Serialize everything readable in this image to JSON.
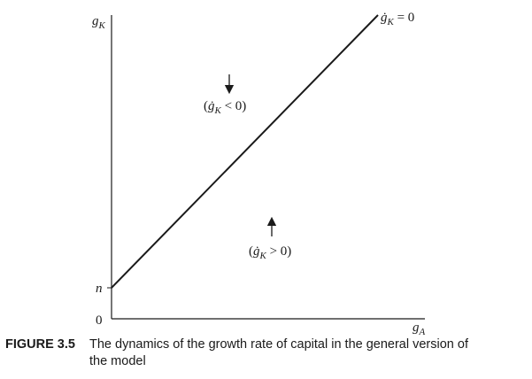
{
  "diagram": {
    "y_axis_label": "g_K",
    "x_axis_label": "g_A",
    "origin_label": "0",
    "intercept_label": "n",
    "line_label": "ġ_K = 0",
    "region_above_label": "(ġ_K < 0)",
    "region_below_label": "(ġ_K > 0)",
    "arrow_above_direction": "down",
    "arrow_below_direction": "up"
  },
  "caption": {
    "label": "FIGURE 3.5",
    "text_line1": "The dynamics of the growth rate of capital in the general version of",
    "text_line2": "the model"
  }
}
